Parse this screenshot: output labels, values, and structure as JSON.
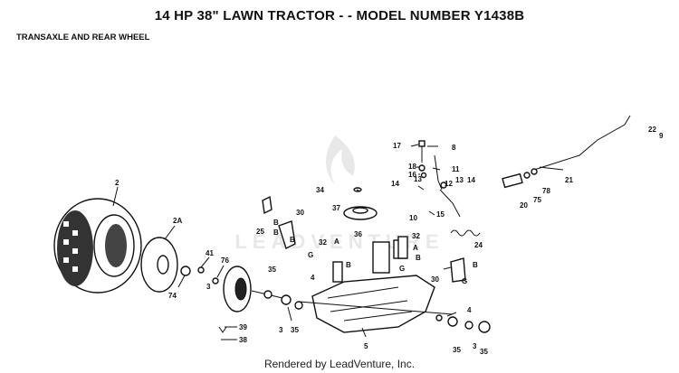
{
  "header": {
    "title": "14 HP 38\" LAWN TRACTOR - - MODEL NUMBER Y1438B",
    "section": "TRANSAXLE AND REAR WHEEL"
  },
  "footer": {
    "credit": "Rendered by LeadVenture, Inc."
  },
  "watermark": {
    "text": "LEADVENTURE"
  },
  "callouts": [
    "2",
    "2A",
    "41",
    "74",
    "76",
    "25",
    "30",
    "B",
    "B",
    "B",
    "35",
    "35",
    "39",
    "38",
    "3",
    "3",
    "34",
    "37",
    "G",
    "32",
    "A",
    "B",
    "36",
    "4",
    "4",
    "32",
    "A",
    "B",
    "G",
    "5",
    "30",
    "B",
    "G",
    "35",
    "3",
    "35",
    "17",
    "8",
    "18",
    "16",
    "11",
    "13",
    "12",
    "14",
    "13",
    "14",
    "10",
    "15",
    "24",
    "20",
    "78",
    "75",
    "21",
    "22",
    "9"
  ]
}
